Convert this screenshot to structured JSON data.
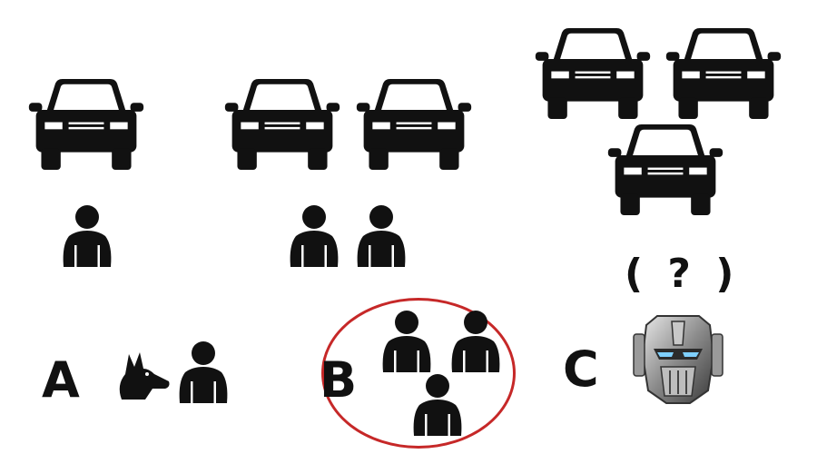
{
  "puzzle": {
    "question_mark": "( ? )",
    "colors": {
      "ink": "#111111",
      "selection_ring": "#c62828"
    }
  },
  "options": [
    {
      "letter": "A",
      "content": [
        "dog-icon",
        "person-icon"
      ]
    },
    {
      "letter": "B",
      "content": [
        "person-icon",
        "person-icon",
        "person-icon"
      ],
      "circled": true
    },
    {
      "letter": "C",
      "content": [
        "robot-head-icon"
      ]
    }
  ]
}
